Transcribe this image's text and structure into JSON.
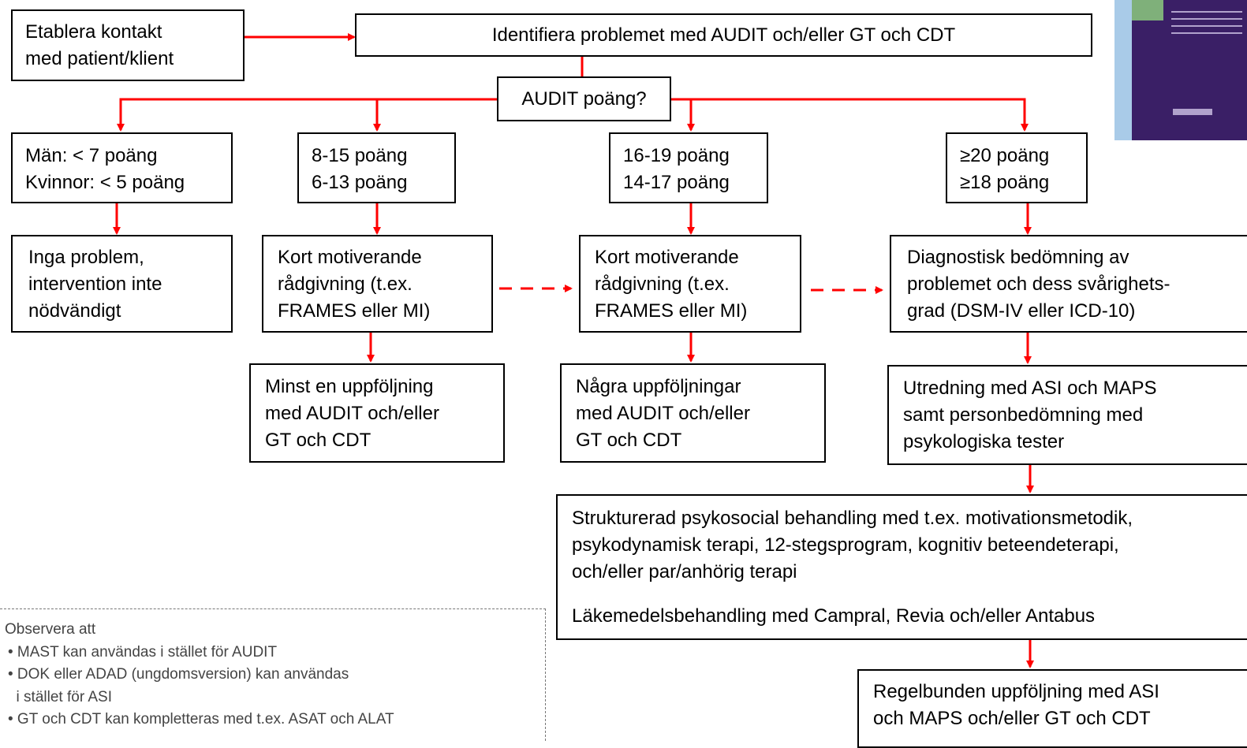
{
  "diagram": {
    "start": [
      "Etablera kontakt",
      "med patient/klient"
    ],
    "identify": [
      "Identifiera problemet med AUDIT och/eller GT och CDT"
    ],
    "decision": [
      "AUDIT poäng?"
    ],
    "branch1": {
      "score": [
        "Män: < 7 poäng",
        "Kvinnor: < 5 poäng"
      ],
      "outcome": [
        "Inga problem,",
        "intervention inte",
        "nödvändigt"
      ]
    },
    "branch2": {
      "score": [
        "8-15 poäng",
        "6-13 poäng"
      ],
      "action": [
        "Kort motiverande",
        "rådgivning (t.ex.",
        "FRAMES eller MI)"
      ],
      "followup": [
        "Minst en uppföljning",
        "med AUDIT och/eller",
        "GT och CDT"
      ]
    },
    "branch3": {
      "score": [
        "16-19 poäng",
        "14-17 poäng"
      ],
      "action": [
        "Kort motiverande",
        "rådgivning (t.ex.",
        "FRAMES eller MI)"
      ],
      "followup": [
        "Några uppföljningar",
        "med AUDIT och/eller",
        "GT och CDT"
      ]
    },
    "branch4": {
      "score": [
        "≥20 poäng",
        "≥18 poäng"
      ],
      "diagnosis": [
        "Diagnostisk bedömning av",
        "problemet och dess svårighets-",
        "grad (DSM-IV eller ICD-10)"
      ],
      "assessment": [
        "Utredning med ASI och MAPS",
        "samt personbedömning med",
        "psykologiska tester"
      ],
      "treatment": [
        "Strukturerad psykosocial behandling med t.ex. motivationsmetodik,",
        "psykodynamisk terapi, 12-stegsprogram, kognitiv beteendeterapi,",
        "och/eller par/anhörig terapi"
      ],
      "medication": [
        "Läkemedelsbehandling med Campral, Revia och/eller Antabus"
      ],
      "followup": [
        "Regelbunden uppföljning med ASI",
        "och MAPS och/eller GT och CDT"
      ]
    },
    "note": {
      "title": "Observera att",
      "items": [
        "• MAST kan användas i stället för AUDIT",
        "• DOK eller ADAD (ungdomsversion) kan användas",
        "  i stället för ASI",
        "• GT och CDT kan kompletteras med t.ex. ASAT och ALAT"
      ]
    }
  },
  "colors": {
    "arrow": "#ff0000",
    "border": "#000000",
    "note_text": "#444444",
    "thumbnail_bg": "#3a1f66"
  }
}
